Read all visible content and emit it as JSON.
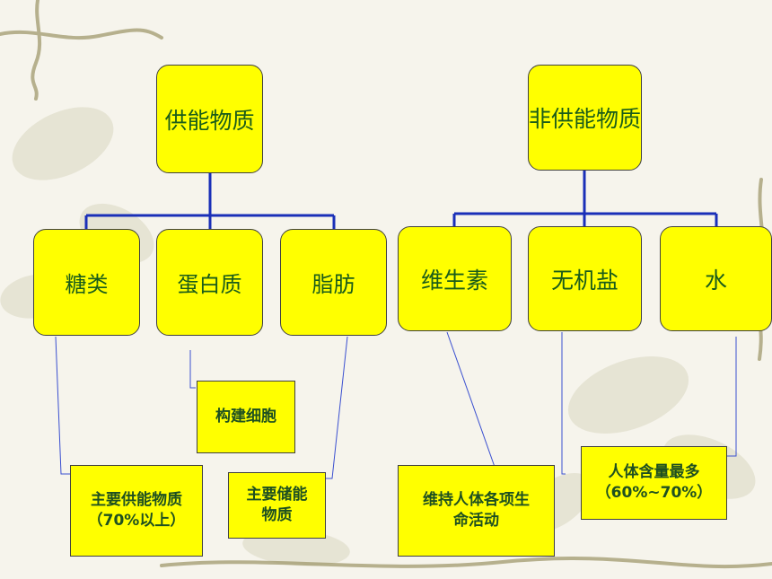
{
  "left_group": {
    "root": "供能物质",
    "children": [
      "糖类",
      "蛋白质",
      "脂肪"
    ]
  },
  "right_group": {
    "root": "非供能物质",
    "children": [
      "维生素",
      "无机盐",
      "水"
    ]
  },
  "notes": {
    "sugar": "主要供能物质\n（70%以上）",
    "protein": "构建细胞",
    "fat": "主要储能\n物质",
    "vitamin": "维持人体各项生\n命活动",
    "water": "人体含量最多\n（60%~70%）"
  },
  "colors": {
    "node_fill": "#ffff00",
    "node_text": "#1a5c1a",
    "tree_line": "#1a2fb8",
    "callout_line": "#3a4fd0"
  }
}
